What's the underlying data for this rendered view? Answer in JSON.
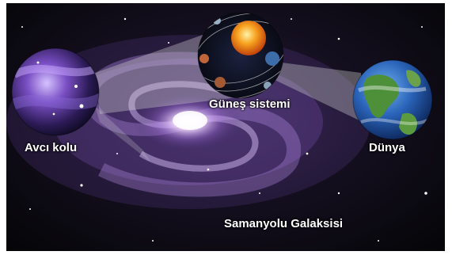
{
  "labels": {
    "orion_arm": "Avcı kolu",
    "solar_system": "Güneş sistemi",
    "earth": "Dünya",
    "milky_way": "Samanyolu Galaksisi"
  },
  "colors": {
    "background": "#050507",
    "galaxy_core": "#f7e8ff",
    "galaxy_arms": "#8a5fc8",
    "sun": "#f39a1e",
    "earth_ocean": "#2a63b8",
    "earth_land": "#4e8f3a",
    "connector": "#bfbfbf"
  },
  "icons": {
    "orion_arm": "orion-arm-globe-icon",
    "solar_system": "solar-system-globe-icon",
    "earth": "earth-globe-icon"
  }
}
